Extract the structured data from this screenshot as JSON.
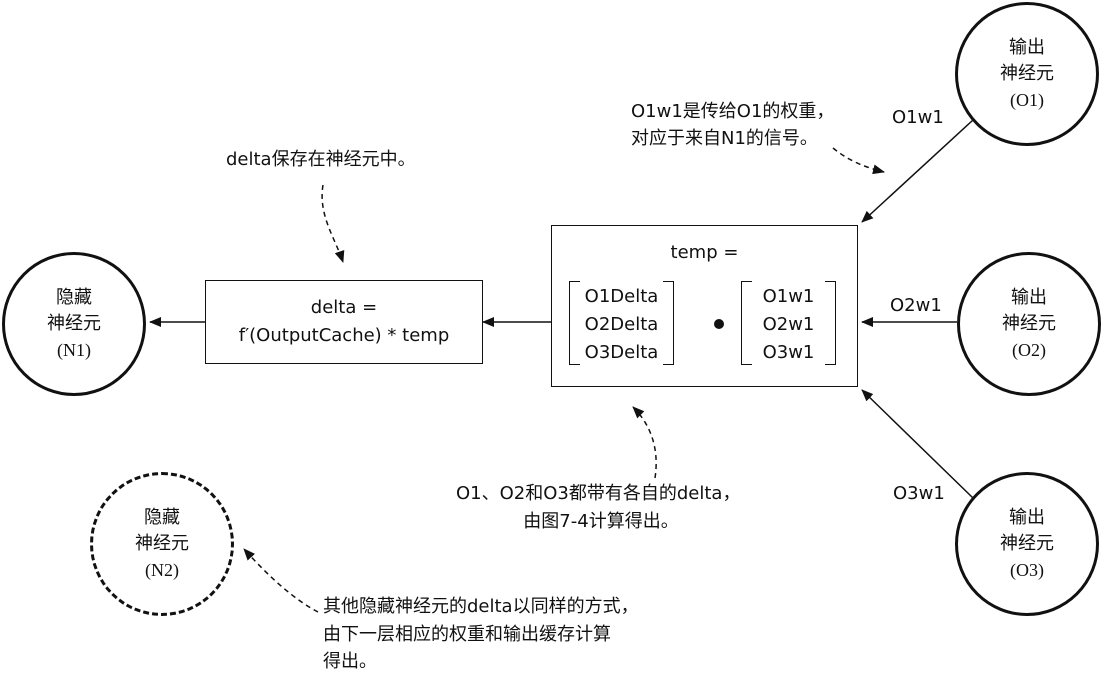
{
  "nodes": {
    "n1": {
      "line1": "隐藏",
      "line2": "神经元",
      "line3": "(N1)"
    },
    "n2": {
      "line1": "隐藏",
      "line2": "神经元",
      "line3": "(N2)"
    },
    "o1": {
      "line1": "输出",
      "line2": "神经元",
      "line3": "(O1)"
    },
    "o2": {
      "line1": "输出",
      "line2": "神经元",
      "line3": "(O2)"
    },
    "o3": {
      "line1": "输出",
      "line2": "神经元",
      "line3": "(O3)"
    }
  },
  "delta_box": {
    "line1": "delta =",
    "line2": "f′(OutputCache) * temp"
  },
  "temp_box": {
    "title": "temp =",
    "left_matrix": [
      "O1Delta",
      "O2Delta",
      "O3Delta"
    ],
    "right_matrix": [
      "O1w1",
      "O2w1",
      "O3w1"
    ]
  },
  "edge_labels": {
    "o1w1": "O1w1",
    "o2w1": "O2w1",
    "o3w1": "O3w1"
  },
  "annotations": {
    "delta_stored": "delta保存在神经元中。",
    "weight_note_1": "O1w1是传给O1的权重，",
    "weight_note_2": "对应于来自N1的信号。",
    "deltas_note_1": "O1、O2和O3都带有各自的delta，",
    "deltas_note_2": "由图7-4计算得出。",
    "other_note_1": "其他隐藏神经元的delta以同样的方式，",
    "other_note_2": "由下一层相应的权重和输出缓存计算",
    "other_note_3": "得出。"
  }
}
